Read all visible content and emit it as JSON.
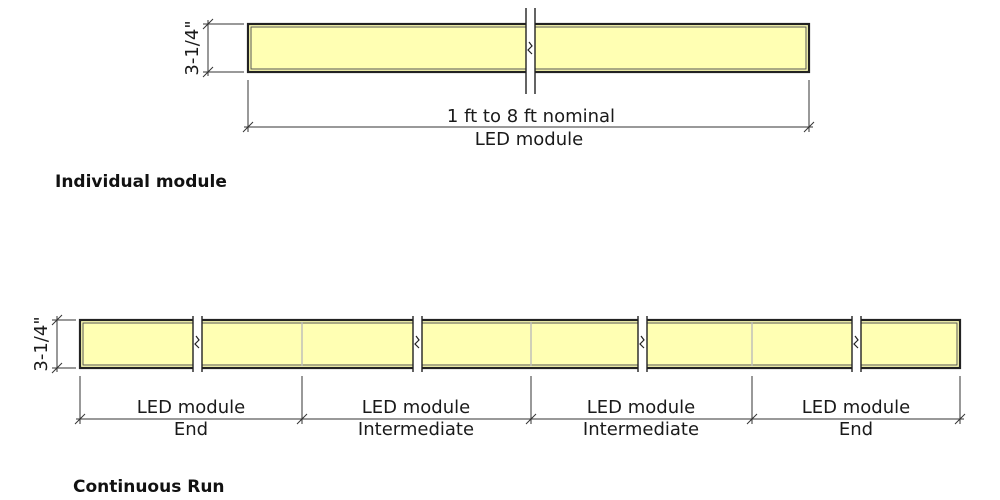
{
  "colors": {
    "module_fill": "#ffffb3",
    "frame": "#222222",
    "dimension_line": "#333333"
  },
  "individual": {
    "height_label": "3-1/4\"",
    "length_label": "1 ft to 8 ft nominal",
    "module_label": "LED module",
    "caption": "Individual module"
  },
  "continuous": {
    "height_label": "3-1/4\"",
    "segments": [
      {
        "label": "LED module",
        "type": "End"
      },
      {
        "label": "LED module",
        "type": "Intermediate"
      },
      {
        "label": "LED module",
        "type": "Intermediate"
      },
      {
        "label": "LED module",
        "type": "End"
      }
    ],
    "caption": "Continuous Run"
  }
}
